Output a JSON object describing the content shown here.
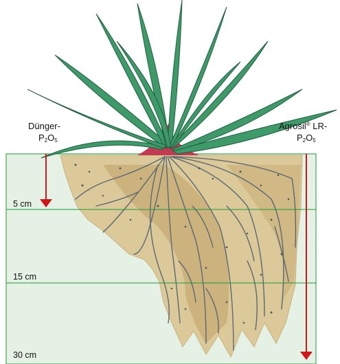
{
  "labels": {
    "left_prefix": "Dünger-",
    "left_formula": {
      "p": "P",
      "p_sub": "2",
      "o": "O",
      "o_sub": "5"
    },
    "right_prefix": "Agrosil",
    "right_reg": "®",
    "right_suffix": " LR-",
    "right_formula": {
      "p": "P",
      "p_sub": "2",
      "o": "O",
      "o_sub": "5"
    }
  },
  "depths": [
    {
      "label": "5 cm"
    },
    {
      "label": "15 cm"
    },
    {
      "label": "30 cm"
    }
  ],
  "colors": {
    "layer_fill": "#e4f1e4",
    "layer_line": "#1a9a35",
    "arrow": "#d1161a",
    "leaf": "#3f9a6a",
    "leaf_dark": "#1f5e3e",
    "stem_red": "#c33a52",
    "soil": "#dcc99a",
    "soil_dark": "#b99a5d",
    "root": "#5a6872"
  }
}
